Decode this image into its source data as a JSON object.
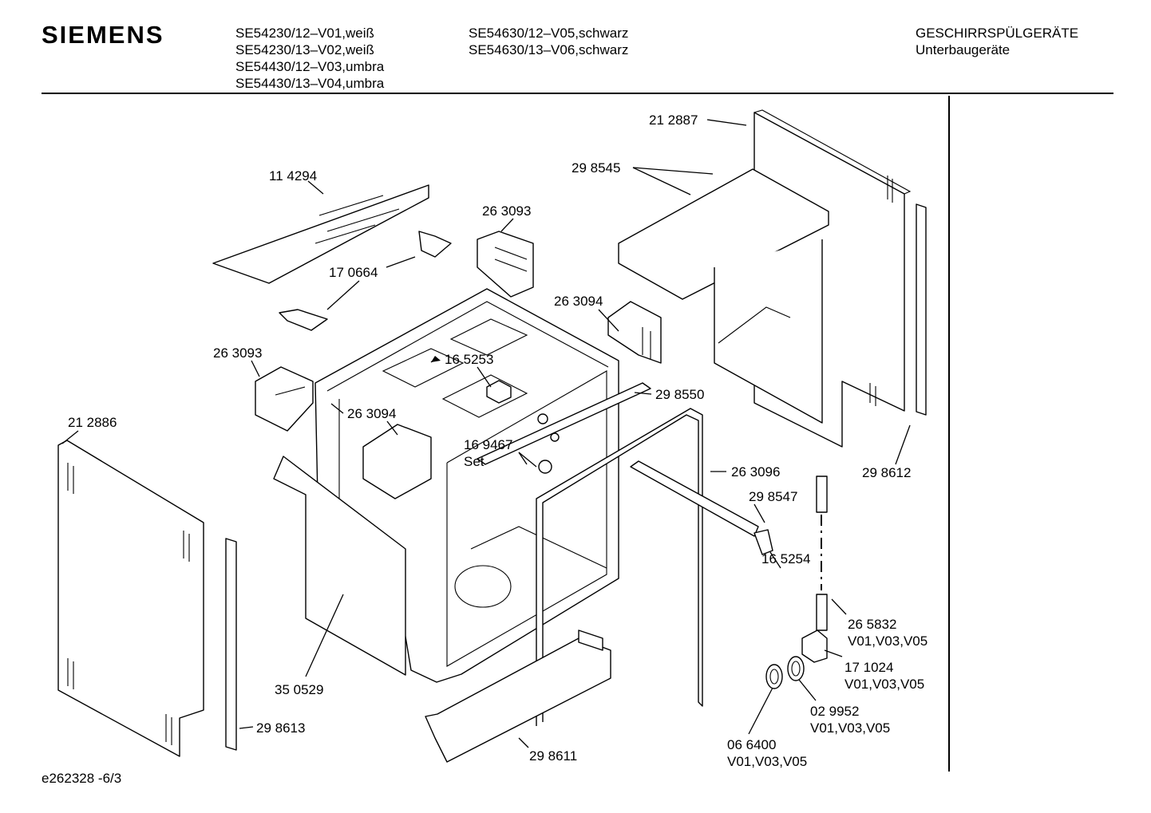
{
  "header": {
    "brand": "SIEMENS",
    "models_col1": [
      "SE54230/12–V01,weiß",
      "SE54230/13–V02,weiß",
      "SE54430/12–V03,umbra",
      "SE54430/13–V04,umbra"
    ],
    "models_col2": [
      "SE54630/12–V05,schwarz",
      "SE54630/13–V06,schwarz"
    ],
    "category": "GESCHIRRSPÜLGERÄTE",
    "subcategory": "Unterbaugeräte"
  },
  "footer": {
    "drawing_id": "e262328 -6/3"
  },
  "parts": [
    {
      "id": "p212887",
      "lines": [
        "21 2887"
      ]
    },
    {
      "id": "p298545",
      "lines": [
        "29 8545"
      ]
    },
    {
      "id": "p114294",
      "lines": [
        "11 4294"
      ]
    },
    {
      "id": "p263093a",
      "lines": [
        "26 3093"
      ]
    },
    {
      "id": "p170664",
      "lines": [
        "17 0664"
      ]
    },
    {
      "id": "p263094a",
      "lines": [
        "26 3094"
      ]
    },
    {
      "id": "p263093b",
      "lines": [
        "26 3093"
      ]
    },
    {
      "id": "p165253",
      "lines": [
        "16 5253"
      ]
    },
    {
      "id": "p298550",
      "lines": [
        "29 8550"
      ]
    },
    {
      "id": "p263094b",
      "lines": [
        "26 3094"
      ]
    },
    {
      "id": "p212886",
      "lines": [
        "21 2886"
      ]
    },
    {
      "id": "p169467",
      "lines": [
        "16 9467",
        "Set"
      ]
    },
    {
      "id": "p263096",
      "lines": [
        "26 3096"
      ]
    },
    {
      "id": "p298612",
      "lines": [
        "29 8612"
      ]
    },
    {
      "id": "p298547",
      "lines": [
        "29 8547"
      ]
    },
    {
      "id": "p165254",
      "lines": [
        "16 5254"
      ]
    },
    {
      "id": "p265832",
      "lines": [
        "26 5832",
        "V01,V03,V05"
      ]
    },
    {
      "id": "p171024",
      "lines": [
        "17 1024",
        "V01,V03,V05"
      ]
    },
    {
      "id": "p029952",
      "lines": [
        "02 9952",
        "V01,V03,V05"
      ]
    },
    {
      "id": "p066400",
      "lines": [
        "06 6400",
        "V01,V03,V05"
      ]
    },
    {
      "id": "p350529",
      "lines": [
        "35 0529"
      ]
    },
    {
      "id": "p298613",
      "lines": [
        "29 8613"
      ]
    },
    {
      "id": "p298611",
      "lines": [
        "29 8611"
      ]
    }
  ]
}
